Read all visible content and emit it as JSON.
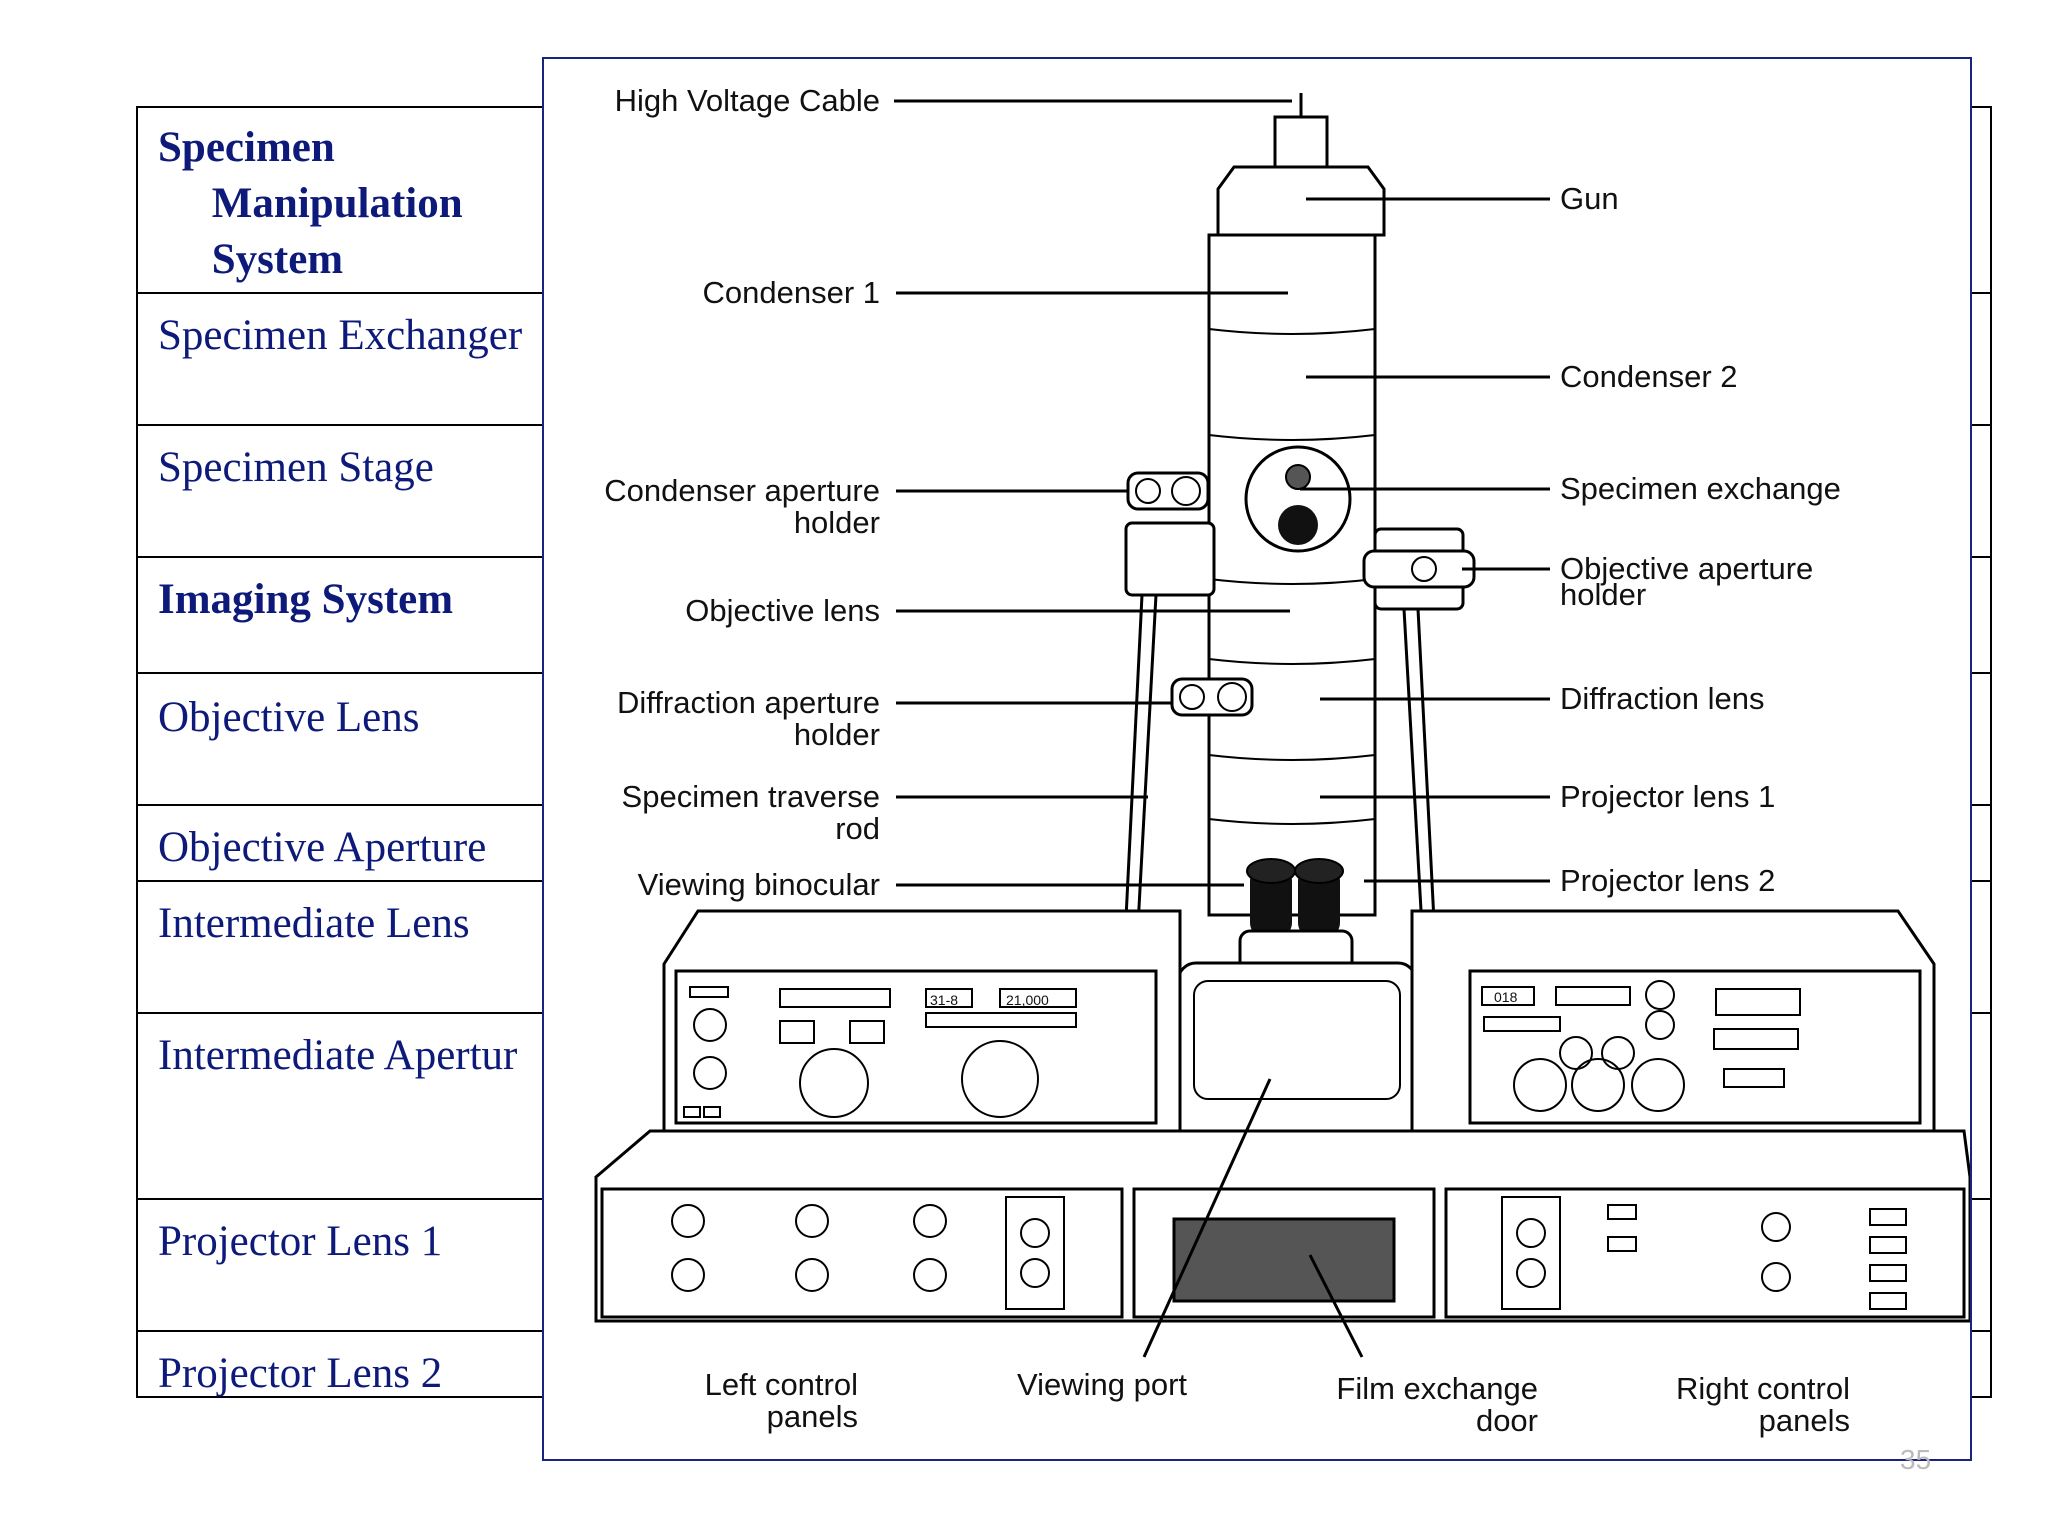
{
  "table": {
    "rows": [
      {
        "label": "Specimen\n     Manipulation\n     System",
        "bold": true
      },
      {
        "label": "Specimen Exchanger",
        "bold": false
      },
      {
        "label": "Specimen Stage",
        "bold": false
      },
      {
        "label": "Imaging System",
        "bold": true
      },
      {
        "label": "Objective Lens",
        "bold": false
      },
      {
        "label": "Objective Aperture",
        "bold": false
      },
      {
        "label": "Intermediate Lens",
        "bold": false
      },
      {
        "label": "Intermediate Apertur",
        "bold": false
      },
      {
        "label": "Projector Lens 1",
        "bold": false
      },
      {
        "label": "Projector Lens 2",
        "bold": false
      }
    ]
  },
  "diagram": {
    "left_labels": [
      "High Voltage Cable",
      "Condenser 1",
      "Condenser aperture",
      "holder",
      "Objective lens",
      "Diffraction aperture",
      "holder",
      "Specimen traverse",
      "rod",
      "Viewing binocular"
    ],
    "right_labels": [
      "Gun",
      "Condenser 2",
      "Specimen exchange",
      "Objective aperture",
      "holder",
      "Diffraction lens",
      "Projector lens 1",
      "Projector lens 2"
    ],
    "bottom_labels": [
      "Left control",
      "panels",
      "Viewing port",
      "Film exchange",
      "door",
      "Right control",
      "panels"
    ],
    "panel_values": {
      "left_display_1": "31-8",
      "left_display_2": "21,000",
      "right_display": "018"
    }
  },
  "page_number": "35"
}
